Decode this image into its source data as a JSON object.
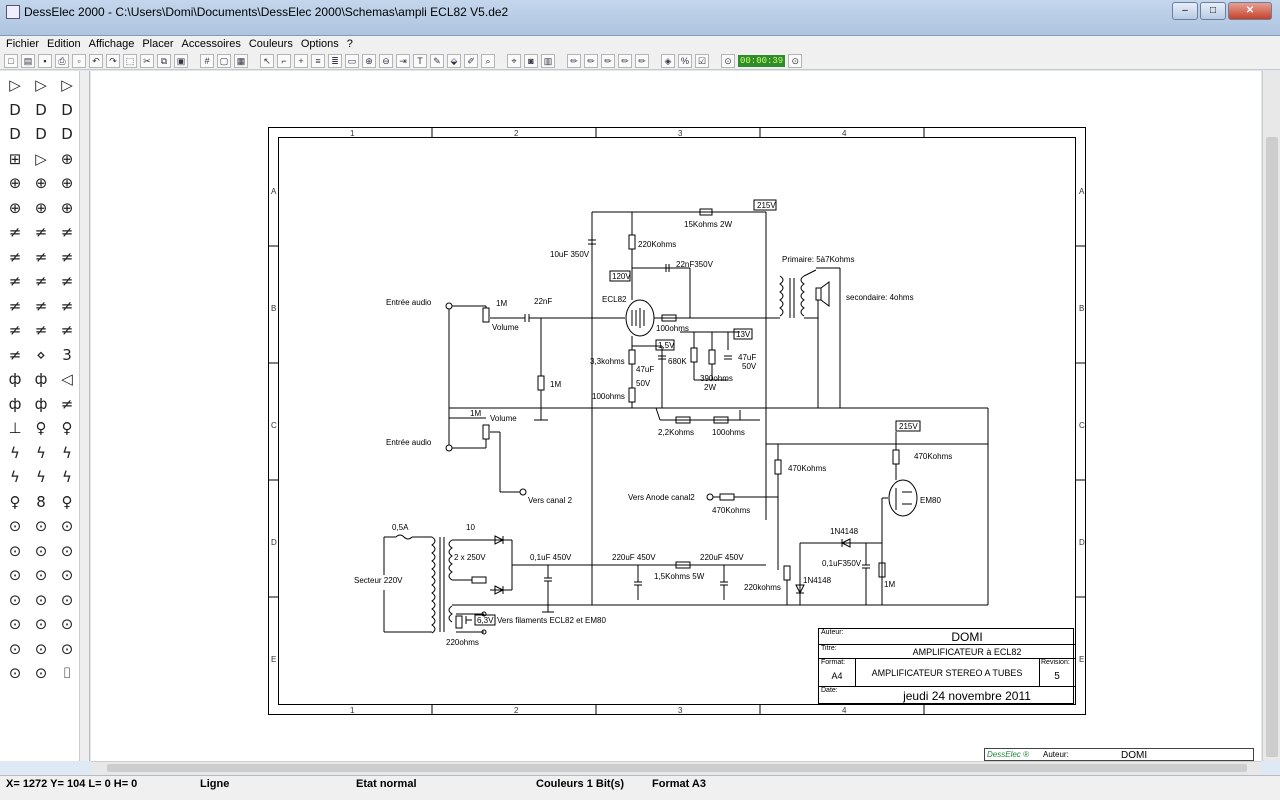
{
  "window": {
    "title": "DessElec 2000 - C:\\Users\\Domi\\Documents\\DessElec 2000\\Schemas\\ampli ECL82 V5.de2"
  },
  "menu": [
    "Fichier",
    "Edition",
    "Affichage",
    "Placer",
    "Accessoires",
    "Couleurs",
    "Options",
    "?"
  ],
  "toolbar": {
    "timer": "00:00:39"
  },
  "palette": {
    "symbols": [
      "▷",
      "▷",
      "▷",
      "D",
      "D",
      "D",
      "D",
      "D",
      "D",
      "⊞",
      "▷",
      "⊕",
      "⊕",
      "⊕",
      "⊕",
      "⊕",
      "⊕",
      "⊕",
      "≠",
      "≠",
      "≠",
      "≠",
      "≠",
      "≠",
      "≠",
      "≠",
      "≠",
      "≠",
      "≠",
      "≠",
      "≠",
      "≠",
      "≠",
      "≠",
      "⋄",
      "3",
      "ф",
      "ф",
      "◁",
      "ф",
      "ф",
      "≠",
      "⊥",
      "♀",
      "♀",
      "ϟ",
      "ϟ",
      "ϟ",
      "ϟ",
      "ϟ",
      "ϟ",
      "♀",
      "8",
      "♀",
      "⊙",
      "⊙",
      "⊙",
      "⊙",
      "⊙",
      "⊙",
      "⊙",
      "⊙",
      "⊙",
      "⊙",
      "⊙",
      "⊙",
      "⊙",
      "⊙",
      "⊙",
      "⊙",
      "⊙",
      "⊙",
      "⊙",
      "⊙",
      "⌷"
    ]
  },
  "sheet": {
    "col_labels": [
      "1",
      "2",
      "3",
      "4"
    ],
    "row_labels": [
      "A",
      "B",
      "C",
      "D",
      "E"
    ],
    "labels": {
      "v215_top": "215V",
      "r15k": "15Kohms 2W",
      "c10uf": "10uF 350V",
      "r220k": "220Kohms",
      "c22nf350": "22nF350V",
      "v120": "120V",
      "primaire": "Primaire: 5à7Kohms",
      "secondaire": "secondaire: 4ohms",
      "entree1": "Entrée audio",
      "p1m_1": "1M",
      "volume1": "Volume",
      "c22nf": "22nF",
      "ecl82": "ECL82",
      "r100ohms": "100ohms",
      "v13": "13V",
      "v1_5": "1,5V",
      "r3_3k": "3,3kohms",
      "c47uf": "47uF",
      "r680k": "680K",
      "c47uf50": "47uF",
      "v50a": "50V",
      "r390": "390ohms",
      "w2": "2W",
      "v50b": "50V",
      "r100ohms2": "100ohms",
      "r1m_grid": "1M",
      "p1m_2": "1M",
      "volume2": "Volume",
      "entree2": "Entrée audio",
      "p2_2k": "2,2Kohms",
      "r100ohms3": "100ohms",
      "v215_right": "215V",
      "r470k_a": "470Kohms",
      "r470k_b": "470Kohms",
      "em80": "EM80",
      "vers_canal2": "Vers canal 2",
      "vers_anode": "Vers Anode canal2",
      "r470k_c": "470Kohms",
      "d1n4148a": "1N4148",
      "c01_350": "0,1uF350V",
      "d1n4148b": "1N4148",
      "r1m_em": "1M",
      "r220kohms": "220kohms",
      "fuse": "0,5A",
      "r10": "10",
      "secteur": "Secteur 220V",
      "x2x250": "2 x 250V",
      "c01_450": "0,1uF 450V",
      "c220_450a": "220uF 450V",
      "r1_5k": "1,5Kohms 5W",
      "c220_450b": "220uF 450V",
      "v6_3": "6,3V",
      "filaments": "Vers filaments ECL82 et EM80",
      "r220ohms": "220ohms"
    },
    "cartouche": {
      "auteur_label": "Auteur:",
      "auteur": "DOMI",
      "titre_label": "Titre:",
      "titre": "AMPLIFICATEUR à ECL82",
      "format_label": "Format:",
      "format": "A4",
      "subtitle": "AMPLIFICATEUR STEREO A TUBES",
      "revision_label": "Revision:",
      "revision": "5",
      "date_label": "Date:",
      "date": "jeudi 24 novembre 2011"
    }
  },
  "mini_cartouche": {
    "logo": "DessElec ®",
    "auteur_label": "Auteur:",
    "auteur": "DOMI"
  },
  "status": {
    "coords": "X= 1272  Y= 104   L= 0  H= 0",
    "tool": "Ligne",
    "state": "Etat normal",
    "colors": "Couleurs 1 Bit(s)",
    "format": "Format A3"
  }
}
